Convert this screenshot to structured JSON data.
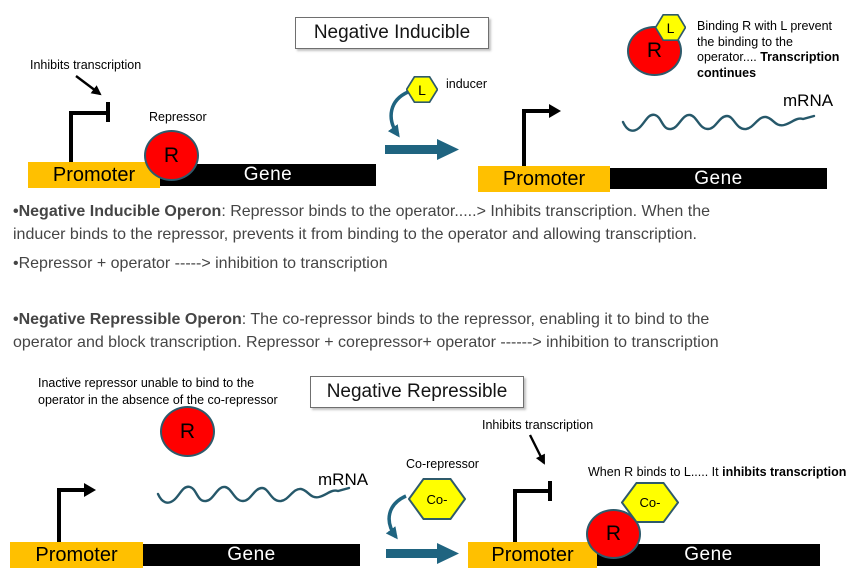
{
  "colors": {
    "promoter_orange": "#FFC000",
    "gene_black": "#000000",
    "repressor_red": "#FF0000",
    "ligand_yellow": "#FFFF00",
    "arrow_teal": "#1F6480",
    "outline_teal": "#2E5A6B",
    "body_text_gray": "#454545"
  },
  "inducible": {
    "title": "Negative Inducible",
    "inhibits_label": "Inhibits transcription",
    "repressor_label": "Repressor",
    "repressor_letter": "R",
    "promoter_label": "Promoter",
    "gene_label": "Gene",
    "inducer_letter": "L",
    "inducer_label": "inducer",
    "right_promoter_label": "Promoter",
    "right_gene_label": "Gene",
    "mrna_label": "mRNA",
    "complex_r": "R",
    "complex_l": "L",
    "binding_text": "Binding R with L prevent\nthe binding to the\noperator.... ",
    "binding_text_bold": "Transcription\ncontinues"
  },
  "paragraphs": {
    "p1_bold": "•Negative Inducible Operon",
    "p1_rest": ": Repressor binds to the operator.....> Inhibits transcription. When the\ninducer binds to the repressor, prevents it from binding to the operator and allowing transcription.",
    "p2": "•Repressor + operator -----> inhibition to transcription",
    "p3_bold": "•Negative Repressible Operon",
    "p3_rest": ": The co-repressor binds to the repressor, enabling it to bind to the\noperator and block transcription. Repressor + corepressor+ operator ------> inhibition to transcription"
  },
  "repressible": {
    "title": "Negative Repressible",
    "inactive_text": "Inactive repressor unable to bind to the\noperator in the absence of the co-repressor",
    "repressor_letter": "R",
    "mrna_label": "mRNA",
    "promoter_label": "Promoter",
    "gene_label": "Gene",
    "corepressor_label": "Co-repressor",
    "corepressor_letter": "Co-",
    "inhibits_label": "Inhibits transcription",
    "when_text": "When R binds to L..... It ",
    "when_text_bold": "inhibits transcription",
    "right_promoter_label": "Promoter",
    "right_gene_label": "Gene",
    "complex_r": "R",
    "complex_co": "Co-"
  }
}
